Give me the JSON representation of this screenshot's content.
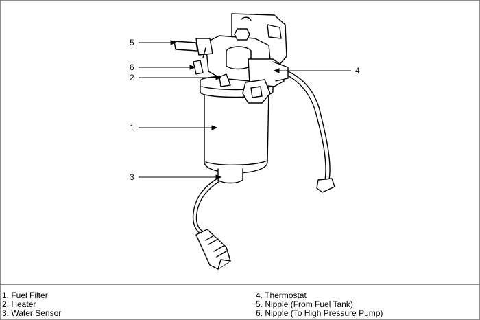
{
  "callouts": [
    {
      "num": "1",
      "label": "Fuel Filter"
    },
    {
      "num": "2",
      "label": "Heater"
    },
    {
      "num": "3",
      "label": "Water Sensor"
    },
    {
      "num": "4",
      "label": "Thermostat"
    },
    {
      "num": "5",
      "label": "Nipple (From Fuel Tank)"
    },
    {
      "num": "6",
      "label": "Nipple (To High Pressure Pump)"
    }
  ],
  "legend": {
    "left": [
      "1. Fuel Filter",
      "2. Heater",
      "3. Water Sensor"
    ],
    "right": [
      "4. Thermostat",
      "5. Nipple (From Fuel Tank)",
      "6. Nipple (To High Pressure Pump)"
    ]
  },
  "colors": {
    "line": "#000000",
    "border": "#8c8c8c",
    "background": "#ffffff"
  }
}
